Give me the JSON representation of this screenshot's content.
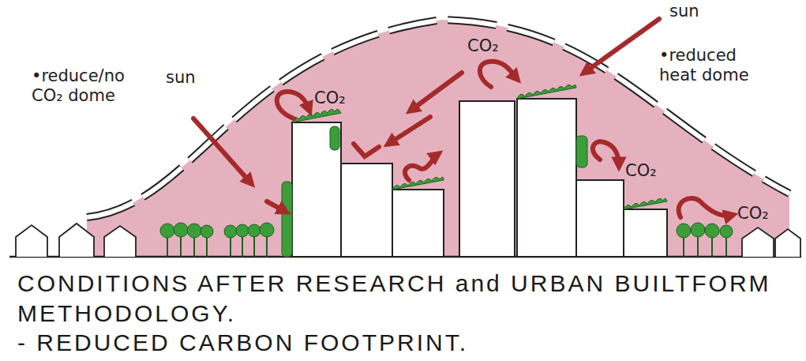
{
  "diagram": {
    "caption": "CONDITIONS AFTER RESEARCH and URBAN BUILTFORM METHODOLOGY.",
    "labels": [
      "•reduce/no CO₂ dome",
      "sun",
      "CO₂",
      "CO₂",
      "sun",
      "•reduced heat dome",
      "CO₂",
      "CO₂",
      "- REDUCED CARBON FOOTPRINT."
    ]
  }
}
